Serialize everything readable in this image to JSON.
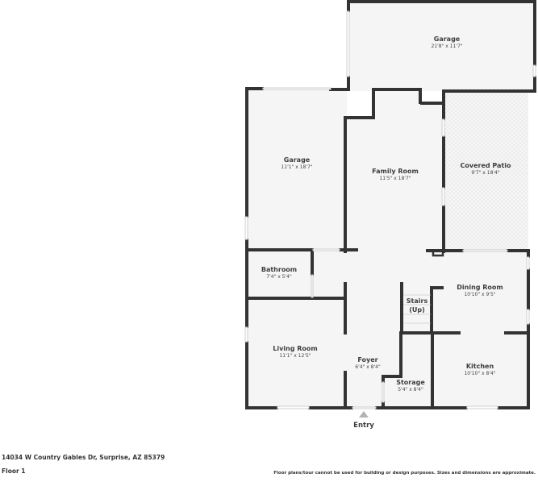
{
  "colors": {
    "wall": "#333333",
    "floor": "#f5f5f5",
    "patio": "#f5f5f5",
    "window": "#ffffff",
    "entry_arrow": "#b3b3b3",
    "text": "#3d3d3d"
  },
  "rooms": [
    {
      "id": "garage-top",
      "name": "Garage",
      "dims": "21'8\" x 11'7\""
    },
    {
      "id": "garage-left",
      "name": "Garage",
      "dims": "11'1\" x 18'7\""
    },
    {
      "id": "family-room",
      "name": "Family Room",
      "dims": "11'5\" x 18'7\""
    },
    {
      "id": "covered-patio",
      "name": "Covered Patio",
      "dims": "9'7\" x 18'4\""
    },
    {
      "id": "bathroom",
      "name": "Bathroom",
      "dims": "7'4\" x 5'4\""
    },
    {
      "id": "dining-room",
      "name": "Dining Room",
      "dims": "10'10\" x 9'5\""
    },
    {
      "id": "stairs",
      "name": "Stairs (Up)",
      "dims": ""
    },
    {
      "id": "living-room",
      "name": "Living Room",
      "dims": "11'1\" x 12'5\""
    },
    {
      "id": "foyer",
      "name": "Foyer",
      "dims": "6'4\" x 8'4\""
    },
    {
      "id": "storage",
      "name": "Storage",
      "dims": "5'4\" x 8'4\""
    },
    {
      "id": "kitchen",
      "name": "Kitchen",
      "dims": "10'10\" x 8'4\""
    }
  ],
  "entry": {
    "label": "Entry"
  },
  "footer": {
    "address": "14034 W Country Gables Dr, Surprise, AZ 85379",
    "floor": "Floor 1",
    "disclaimer": "Floor plans/tour cannot be used for building or design purposes. Sizes and dimensions are approximate."
  }
}
